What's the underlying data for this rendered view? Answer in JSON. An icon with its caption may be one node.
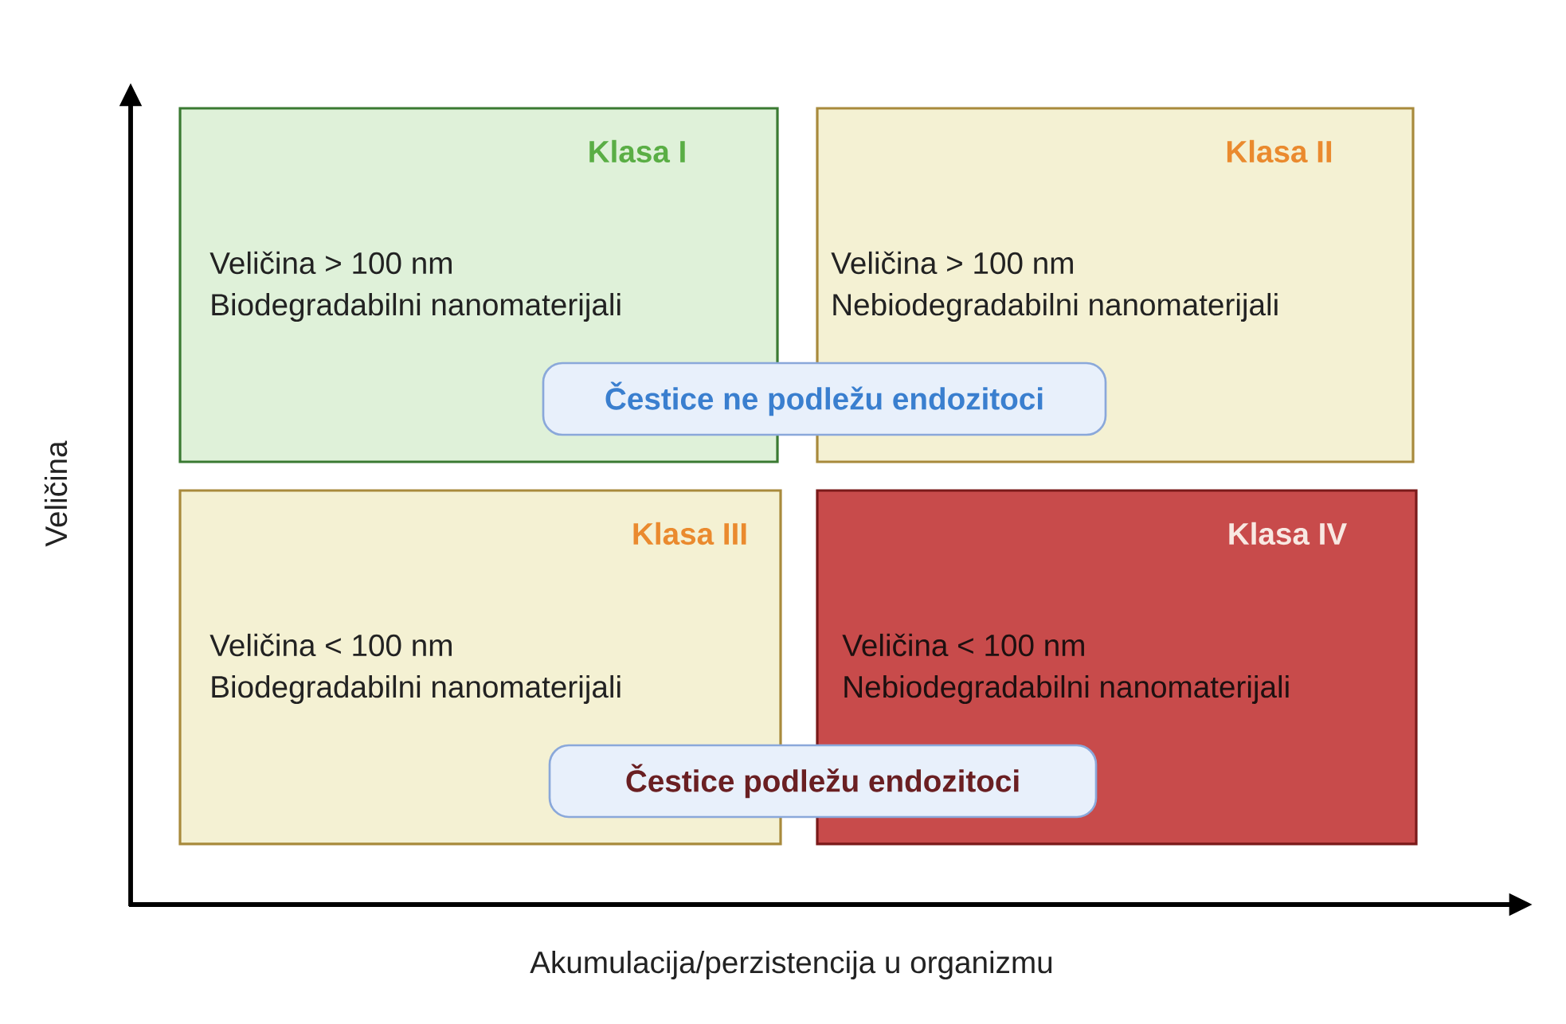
{
  "diagram": {
    "nodes": [
      {
        "text": [
          "Klasa I",
          "Veličina > 100 nm",
          "Biodegradabilni nanomaterijali"
        ]
      },
      {
        "text": [
          "Klasa II",
          "Veličina > 100 nm",
          "Nebiodegradabilni nanomaterijali"
        ]
      },
      {
        "text": [
          "Klasa III",
          "Veličina < 100 nm",
          "Biodegradabilni nanomaterijali"
        ]
      },
      {
        "text": [
          "Klasa IV",
          "Veličina < 100 nm",
          "Nebiodegradabilni nanomaterijali"
        ]
      },
      {
        "text": [
          "Čestice ne podležu endozitoci"
        ]
      },
      {
        "text": [
          "Čestice  podležu endozitoci"
        ]
      }
    ],
    "labels": [
      "Veličina",
      "Akumulacija/perzistencija u organizmu"
    ]
  }
}
